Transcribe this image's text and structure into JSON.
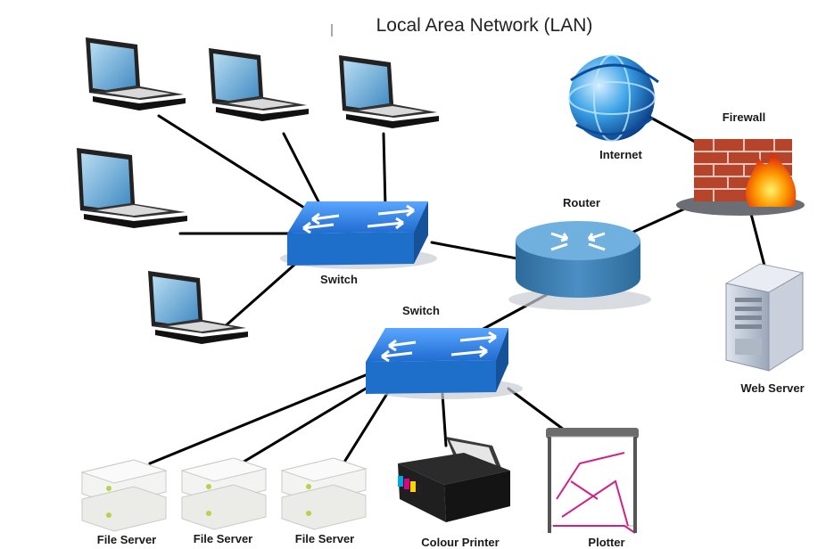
{
  "diagram": {
    "title": "Local Area Network (LAN)",
    "nodes": {
      "switch_top": {
        "label": "Switch",
        "icon": "network-switch-icon"
      },
      "switch_bottom": {
        "label": "Switch",
        "icon": "network-switch-icon"
      },
      "router": {
        "label": "Router",
        "icon": "router-icon"
      },
      "internet": {
        "label": "Internet",
        "icon": "globe-icon"
      },
      "firewall": {
        "label": "Firewall",
        "icon": "firewall-icon"
      },
      "web_server": {
        "label": "Web Server",
        "icon": "server-tower-icon"
      },
      "file_server_1": {
        "label": "File Server",
        "icon": "file-server-icon"
      },
      "file_server_2": {
        "label": "File Server",
        "icon": "file-server-icon"
      },
      "file_server_3": {
        "label": "File Server",
        "icon": "file-server-icon"
      },
      "colour_printer": {
        "label": "Colour Printer",
        "icon": "printer-icon"
      },
      "plotter": {
        "label": "Plotter",
        "icon": "plotter-icon"
      },
      "laptops": {
        "icon": "laptop-icon",
        "count": 5
      }
    },
    "edges": [
      [
        "laptop_1",
        "switch_top"
      ],
      [
        "laptop_2",
        "switch_top"
      ],
      [
        "laptop_3",
        "switch_top"
      ],
      [
        "laptop_4",
        "switch_top"
      ],
      [
        "laptop_5",
        "switch_top"
      ],
      [
        "switch_top",
        "router"
      ],
      [
        "router",
        "switch_bottom"
      ],
      [
        "router",
        "firewall"
      ],
      [
        "internet",
        "firewall"
      ],
      [
        "firewall",
        "web_server"
      ],
      [
        "switch_bottom",
        "file_server_1"
      ],
      [
        "switch_bottom",
        "file_server_2"
      ],
      [
        "switch_bottom",
        "file_server_3"
      ],
      [
        "switch_bottom",
        "colour_printer"
      ],
      [
        "switch_bottom",
        "plotter"
      ]
    ],
    "colors": {
      "switch_face": "#1e6fc9",
      "router_body": "#3f7fb0",
      "brick": "#b5442b",
      "fire": "#ff8a00",
      "plotter_accent": "#d0208a"
    }
  }
}
